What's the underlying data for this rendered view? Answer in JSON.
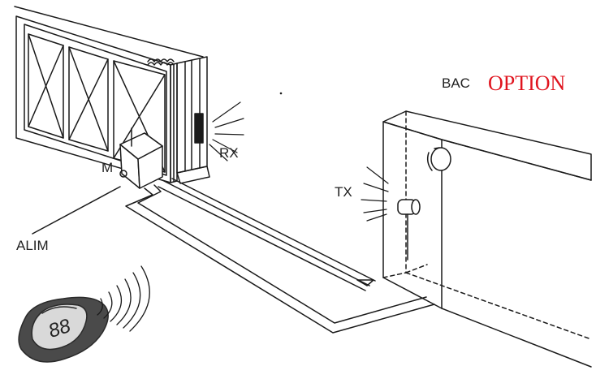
{
  "labels": {
    "bac": "BAC",
    "option": "OPTION",
    "rx": "RX",
    "tx": "TX",
    "m": "M",
    "alim": "ALIM",
    "remote_display": "88"
  },
  "colors": {
    "line": "#1a1a1a",
    "option": "#e0141e",
    "remote_body": "#4a4a4a",
    "remote_face": "#d9d9d9"
  }
}
